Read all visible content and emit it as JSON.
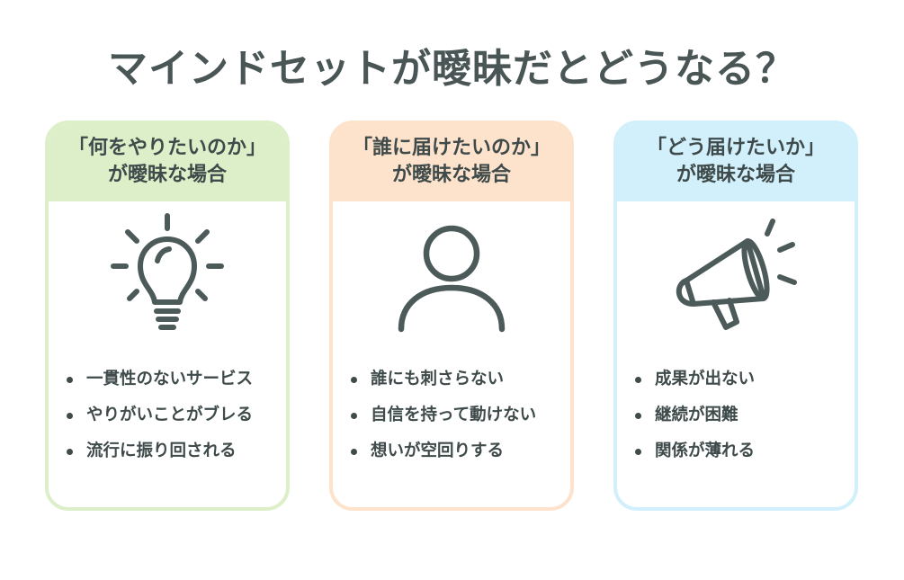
{
  "title": "マインドセットが曖昧だとどうなる？",
  "colors": {
    "text": "#3f4a4a",
    "icon": "#4d5a5a",
    "green": "#dcefc8",
    "orange": "#fde3cc",
    "blue": "#d2f0fb"
  },
  "cards": [
    {
      "heading_line1": "「何をやりたいのか」",
      "heading_line2": "が曖昧な場合",
      "icon": "lightbulb-icon",
      "items": [
        "一貫性のないサービス",
        "やりがいことがブレる",
        "流行に振り回される"
      ]
    },
    {
      "heading_line1": "「誰に届けたいのか」",
      "heading_line2": "が曖昧な場合",
      "icon": "person-icon",
      "items": [
        "誰にも刺さらない",
        "自信を持って動けない",
        "想いが空回りする"
      ]
    },
    {
      "heading_line1": "「どう届けたいか」",
      "heading_line2": "が曖昧な場合",
      "icon": "megaphone-icon",
      "items": [
        "成果が出ない",
        "継続が困難",
        "関係が薄れる"
      ]
    }
  ]
}
